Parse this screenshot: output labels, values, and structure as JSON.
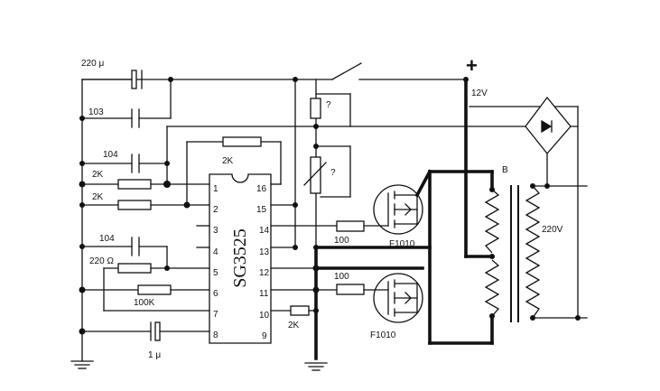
{
  "ic": {
    "name": "SG3525"
  },
  "pins_left": [
    "1",
    "2",
    "3",
    "4",
    "5",
    "6",
    "7",
    "8"
  ],
  "pins_right": [
    "16",
    "15",
    "14",
    "13",
    "12",
    "11",
    "10",
    "9"
  ],
  "labels": {
    "c_220u": "220 μ",
    "c_103": "103",
    "c_104_top": "104",
    "r_2k_a": "2K",
    "r_2k_b": "2K",
    "c_104_mid": "104",
    "r_220ohm": "220 Ω",
    "r_100k": "100K",
    "c_1u": "1 μ",
    "r_2k_fb": "2K",
    "r_2k_pin10": "2K",
    "r_100_a": "100",
    "r_100_b": "100",
    "q1": "F1010",
    "q2": "F1010",
    "plus": "+",
    "v12": "12V",
    "transformer": "B",
    "v220": "220V",
    "unknown_1": "?",
    "unknown_2": "?"
  }
}
